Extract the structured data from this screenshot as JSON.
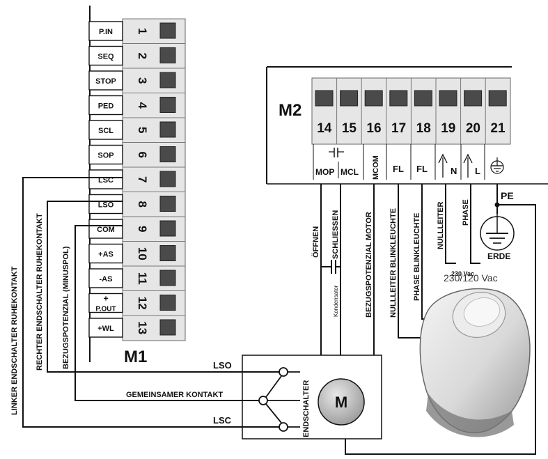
{
  "m1": {
    "title": "M1",
    "terminals": [
      {
        "label": "P.IN",
        "num": "1"
      },
      {
        "label": "SEQ",
        "num": "2"
      },
      {
        "label": "STOP",
        "num": "3"
      },
      {
        "label": "PED",
        "num": "4"
      },
      {
        "label": "SCL",
        "num": "5"
      },
      {
        "label": "SOP",
        "num": "6"
      },
      {
        "label": "LSC",
        "num": "7"
      },
      {
        "label": "LSO",
        "num": "8"
      },
      {
        "label": "COM",
        "num": "9"
      },
      {
        "label": "+AS",
        "num": "10"
      },
      {
        "label": "-AS",
        "num": "11"
      },
      {
        "label": "+ P.OUT",
        "num": "12"
      },
      {
        "label": "+WL",
        "num": "13"
      }
    ]
  },
  "m2": {
    "title": "M2",
    "terminals": [
      "14",
      "15",
      "16",
      "17",
      "18",
      "19",
      "20",
      "21"
    ],
    "sublabels": {
      "mop": "MOP",
      "mcl": "MCL",
      "mcom": "MCOM",
      "fl1": "FL",
      "fl2": "FL",
      "n": "N",
      "l": "L"
    }
  },
  "wire_labels": {
    "oeffnen": "ÖFFNEN",
    "schliessen": "SCHLIESSEN",
    "kondensator": "Kondensator",
    "bezug_motor": "BEZUGSPOTENZIAL MOTOR",
    "null_blink": "NULLLEITER BLINKLEUCHTE",
    "phase_blink": "PHASE BLINKLEUCHTE",
    "nullleiter": "NULLLEITER",
    "phase": "PHASE",
    "pe": "PE",
    "erde": "ERDE",
    "voltage_a": "230 Vac",
    "voltage_b": "230/120 Vac"
  },
  "left_labels": {
    "linker": "LINKER ENDSCHALTER RUHEKONTAKT",
    "rechter": "RECHTER ENDSCHALTER RUHEKONTAKT",
    "bezug_minus": "BEZUGSPOTENZIAL (MINUSPOL)"
  },
  "motor_box": {
    "lso": "LSO",
    "gemeinsamer": "GEMEINSAMER KONTAKT",
    "lsc": "LSC",
    "endschalter": "ENDSCHALTER",
    "motor": "M"
  }
}
